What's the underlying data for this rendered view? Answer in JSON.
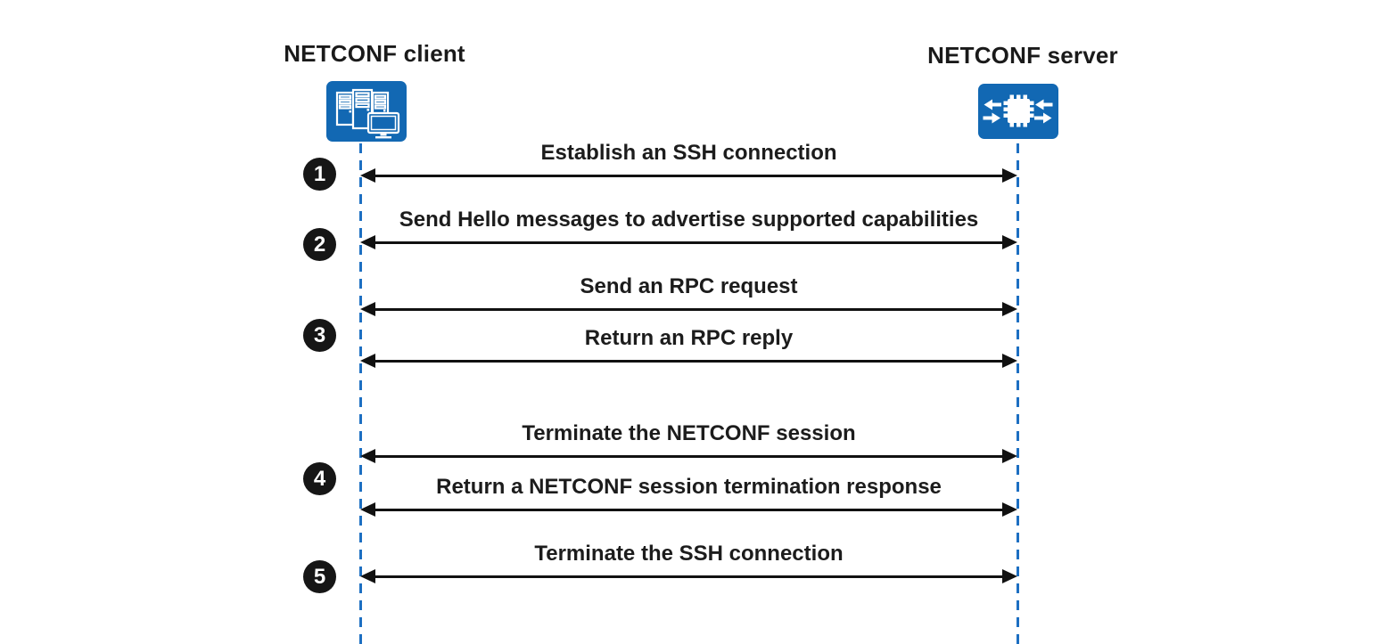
{
  "diagram": {
    "type": "sequence-diagram",
    "topic": "NETCONF session establishment and termination over SSH"
  },
  "actors": {
    "client": {
      "label": "NETCONF client",
      "icon": "client-servers-icon"
    },
    "server": {
      "label": "NETCONF server",
      "icon": "server-chip-icon"
    }
  },
  "steps": [
    {
      "number": "1"
    },
    {
      "number": "2"
    },
    {
      "number": "3"
    },
    {
      "number": "4"
    },
    {
      "number": "5"
    }
  ],
  "messages": [
    {
      "step": "1",
      "label": "Establish an SSH connection",
      "direction": "bidirectional"
    },
    {
      "step": "2",
      "label": "Send Hello messages to advertise supported capabilities",
      "direction": "bidirectional"
    },
    {
      "step": "3",
      "label": "Send an RPC request",
      "direction": "bidirectional"
    },
    {
      "step": "3",
      "label": "Return an RPC reply",
      "direction": "bidirectional"
    },
    {
      "step": "4",
      "label": "Terminate the NETCONF session",
      "direction": "bidirectional"
    },
    {
      "step": "4",
      "label": "Return a NETCONF session termination response",
      "direction": "bidirectional"
    },
    {
      "step": "5",
      "label": "Terminate the SSH connection",
      "direction": "bidirectional"
    }
  ],
  "colors": {
    "icon_blue": "#1268b3",
    "lifeline_blue": "#1d6fc2",
    "arrow_black": "#111111",
    "step_circle_black": "#161616",
    "text_color": "#1a1a1a",
    "background": "#ffffff"
  }
}
